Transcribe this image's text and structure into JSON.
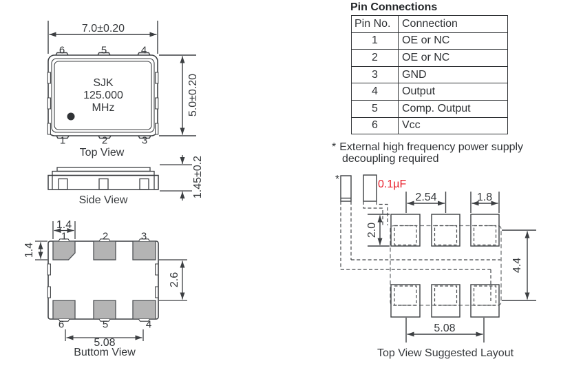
{
  "colors": {
    "line": "#3c3f42",
    "text": "#35383b",
    "pad_fill": "#b4b4b4",
    "accent_red": "#e8202c"
  },
  "top_view": {
    "label": "Top View",
    "width_dim": "7.0±0.20",
    "height_dim": "5.0±0.20",
    "part_line1": "SJK",
    "part_line2": "125.000",
    "part_line3": "MHz",
    "pins_top": [
      "6",
      "5",
      "4"
    ],
    "pins_bottom": [
      "1",
      "2",
      "3"
    ]
  },
  "side_view": {
    "label": "Side View",
    "height_dim": "1.45±0.2"
  },
  "bottom_view": {
    "label": "Buttom View",
    "pins_top": [
      "1",
      "2",
      "3"
    ],
    "pins_bottom": [
      "6",
      "5",
      "4"
    ],
    "pad_width_dim": "1.4",
    "pad_height_dim": "1.4",
    "row_gap_dim": "2.6",
    "pad_span_dim": "5.08"
  },
  "pin_table": {
    "title": "Pin Connections",
    "headers": [
      "Pin No.",
      "Connection"
    ],
    "rows": [
      [
        "1",
        "OE or NC"
      ],
      [
        "2",
        "OE or NC"
      ],
      [
        "3",
        "GND"
      ],
      [
        "4",
        "Output"
      ],
      [
        "5",
        "Comp. Output"
      ],
      [
        "6",
        "Vcc"
      ]
    ]
  },
  "note": {
    "marker": "*",
    "line1": "External high frequency power supply",
    "line2": "decoupling required"
  },
  "layout_view": {
    "label": "Top View Suggested Layout",
    "cap_marker": "*",
    "cap_value": "0.1µF",
    "pad_pitch_dim": "2.54",
    "pad_width_dim": "1.8",
    "pad_height_dim": "2.0",
    "row_pitch_dim": "4.4",
    "pad_span_dim": "5.08"
  }
}
